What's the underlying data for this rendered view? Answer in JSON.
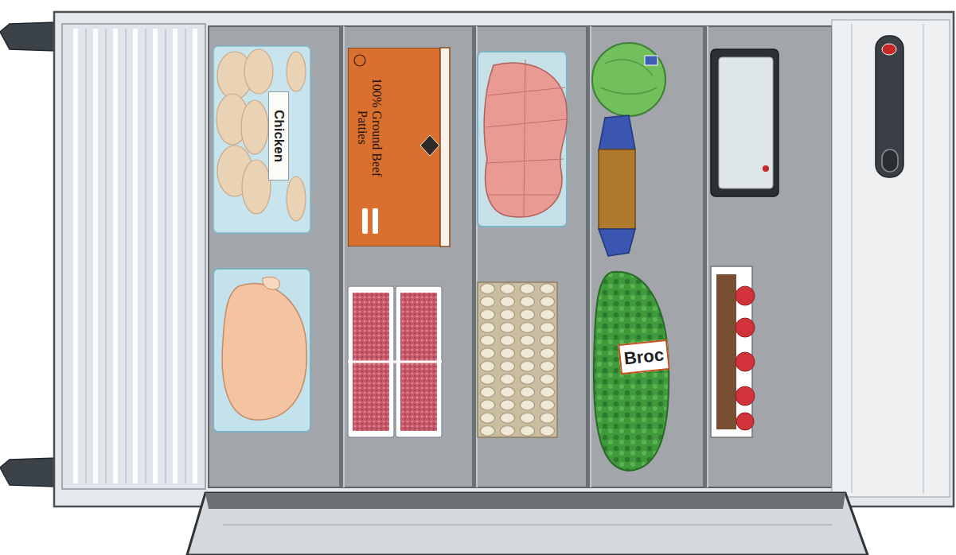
{
  "diagram": {
    "nodes": [
      {
        "text": [
          "Chicken"
        ]
      },
      {
        "text": [
          "100% Ground Beef Patties"
        ]
      },
      {
        "text": [
          "Broc"
        ]
      }
    ]
  }
}
